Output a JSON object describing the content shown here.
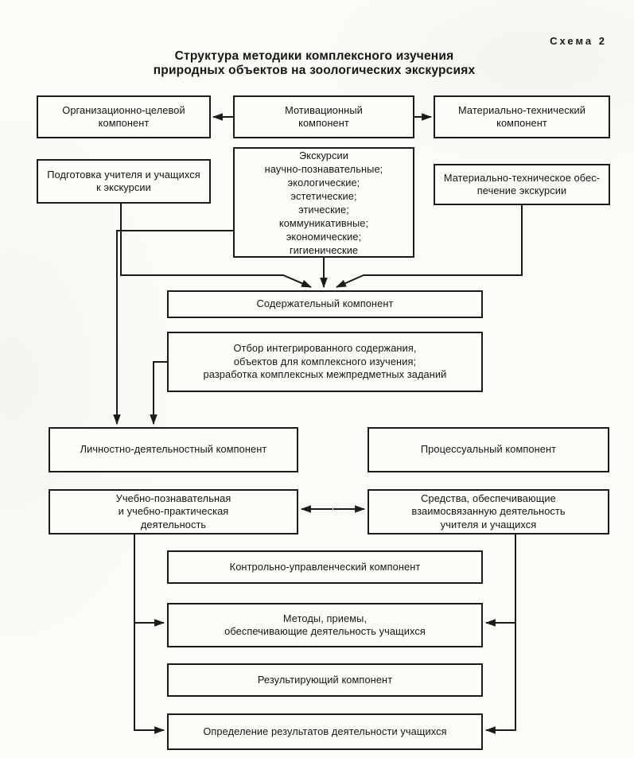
{
  "header": {
    "scheme_label": "Схема 2",
    "title": "Структура методики комплексного изучения\nприродных объектов на зоологических экскурсиях"
  },
  "boxes": {
    "organizational": {
      "label": "Организационно-целевой\nкомпонент"
    },
    "motivational": {
      "label": "Мотивационный\nкомпонент"
    },
    "material_technical": {
      "label": "Материально-технический\nкомпонент"
    },
    "preparation": {
      "label": "Подготовка учителя и учащихся\nк экскурсии"
    },
    "excursions": {
      "label": "Экскурсии\nнаучно-познавательные;\nэкологические;\nэстетические;\nэтические;\nкоммуникативные;\nэкономические;\nгигиенические"
    },
    "material_support": {
      "label": "Материально-техническое обес-\nпечение экскурсии"
    },
    "content": {
      "label": "Содержательный компонент"
    },
    "selection": {
      "label": "Отбор интегрированного содержания,\nобъектов для комплексного изучения;\nразработка комплексных межпредметных заданий"
    },
    "personal_activity": {
      "label": "Личностно-деятельностный компонент"
    },
    "procedural": {
      "label": "Процессуальный компонент"
    },
    "educational_activity": {
      "label": "Учебно-познавательная\nи учебно-практическая\nдеятельность"
    },
    "means": {
      "label": "Средства, обеспечивающие\nвзаимосвязанную деятельность\nучителя и учащихся"
    },
    "control": {
      "label": "Контрольно-управленческий компонент"
    },
    "methods": {
      "label": "Методы, приемы,\nобеспечивающие деятельность учащихся"
    },
    "resulting": {
      "label": "Результирующий компонент"
    },
    "results_determination": {
      "label": "Определение результатов деятельности учащихся"
    }
  },
  "colors": {
    "ink": "#1b1b1b",
    "paper": "#fcfbf8"
  }
}
